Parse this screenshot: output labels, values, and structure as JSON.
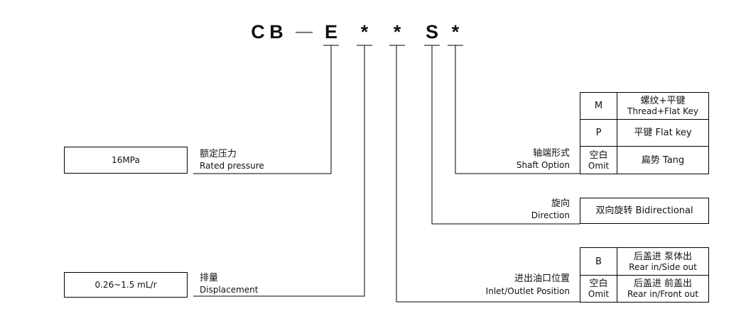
{
  "model_code": {
    "c": "C",
    "b": "B",
    "dash": "—",
    "e": "E",
    "star1": "*",
    "star2": "*",
    "s": "S",
    "star3": "*"
  },
  "pressure": {
    "value": "16MPa",
    "label_cn": "额定压力",
    "label_en": "Rated pressure"
  },
  "displacement": {
    "value": "0.26~1.5 mL/r",
    "label_cn": "排量",
    "label_en": "Displacement"
  },
  "shaft": {
    "label_cn": "轴端形式",
    "label_en": "Shaft Option",
    "options": [
      {
        "code": "M",
        "code2": "",
        "desc_cn": "螺纹+平键",
        "desc_en": "Thread+Flat Key"
      },
      {
        "code": "P",
        "code2": "",
        "desc_cn": "平键 Flat key",
        "desc_en": ""
      },
      {
        "code": "空白",
        "code2": "Omit",
        "desc_cn": "扁势 Tang",
        "desc_en": ""
      }
    ]
  },
  "direction": {
    "label_cn": "旋向",
    "label_en": "Direction",
    "value": "双向旋转 Bidirectional"
  },
  "port": {
    "label_cn": "进出油口位置",
    "label_en": "Inlet/Outlet Position",
    "options": [
      {
        "code": "B",
        "code2": "",
        "desc_cn": "后盖进 泵体出",
        "desc_en": "Rear in/Side out"
      },
      {
        "code": "空白",
        "code2": "Omit",
        "desc_cn": "后盖进 前盖出",
        "desc_en": "Rear in/Front out"
      }
    ]
  }
}
